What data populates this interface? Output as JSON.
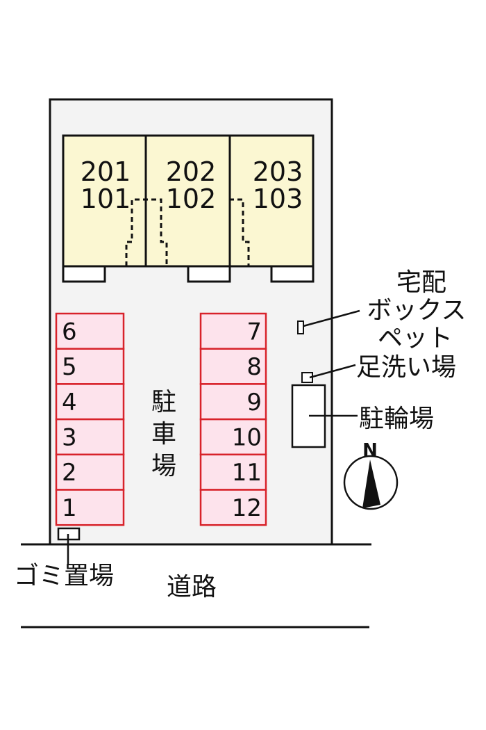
{
  "units": {
    "upper": [
      "201",
      "202",
      "203"
    ],
    "lower": [
      "101",
      "102",
      "103"
    ]
  },
  "parking": {
    "label_chars": [
      "駐",
      "車",
      "場"
    ],
    "left": [
      "6",
      "5",
      "4",
      "3",
      "2",
      "1"
    ],
    "right": [
      "7",
      "8",
      "9",
      "10",
      "11",
      "12"
    ]
  },
  "labels": {
    "delivery_box_line1": "宅配",
    "delivery_box_line2": "ボックス",
    "pet_line": "ペット",
    "foot_wash": "足洗い場",
    "bicycle_parking": "駐輪場",
    "garbage": "ゴミ置場",
    "road": "道路",
    "north": "N"
  },
  "colors": {
    "site": "#f3f3f3",
    "building": "#fbf7d2",
    "parking_fill": "#fde3ec",
    "parking_border": "#d8222a",
    "line": "#111111"
  }
}
